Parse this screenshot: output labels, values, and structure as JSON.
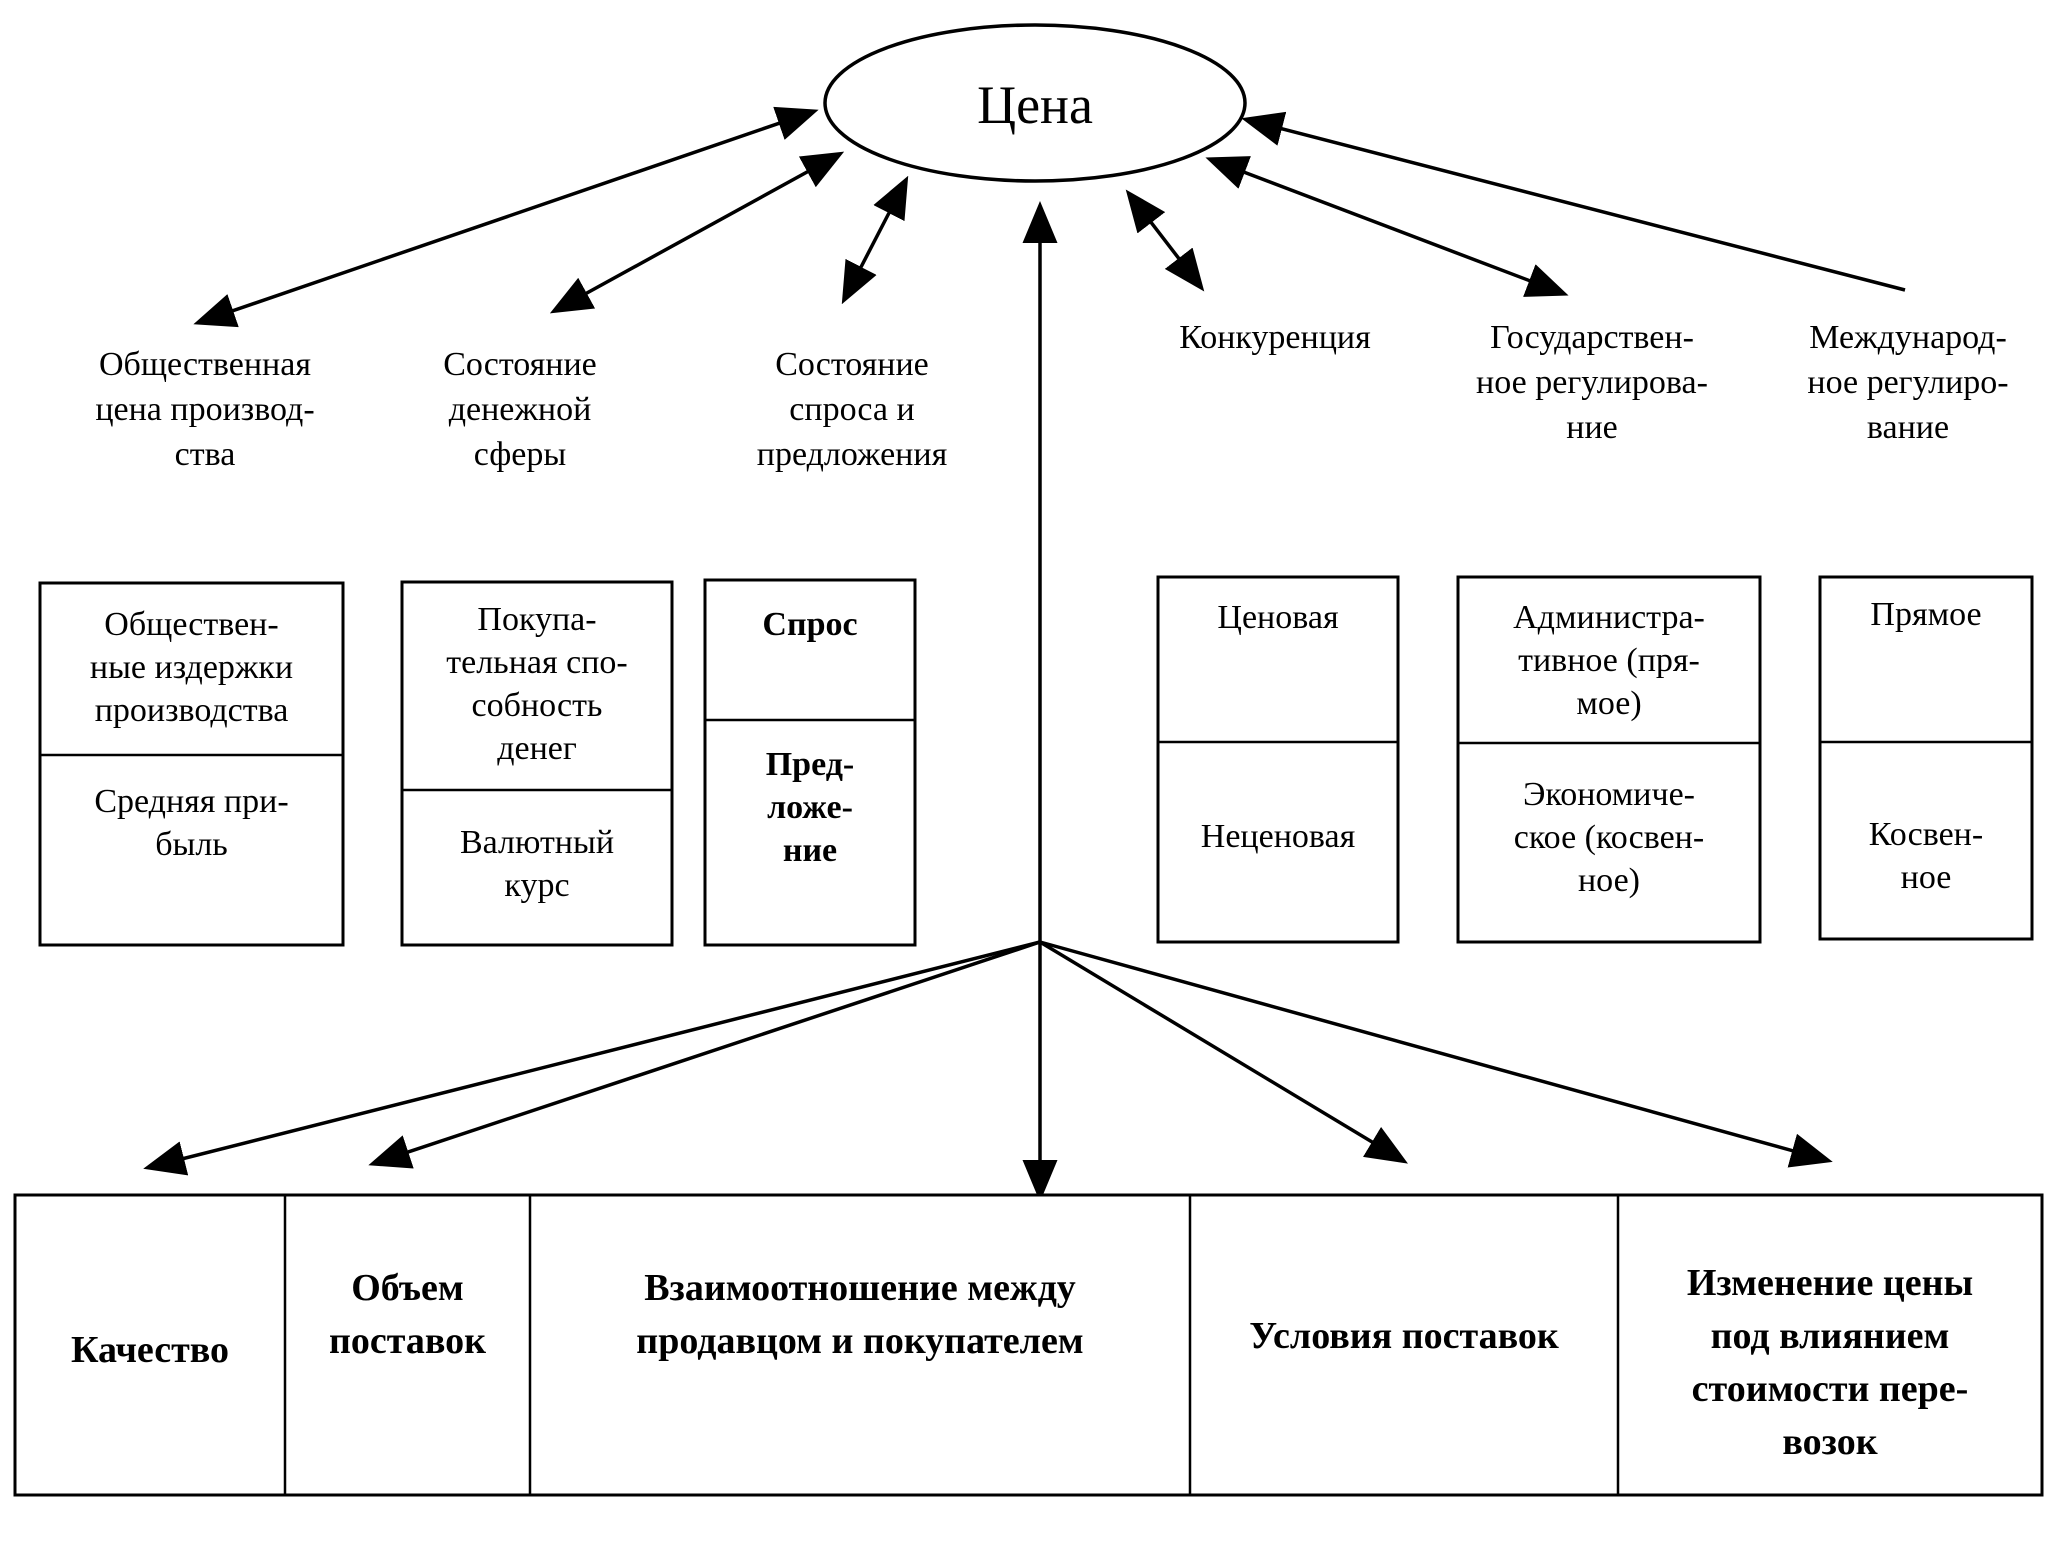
{
  "center": {
    "label": "Цена"
  },
  "factors": [
    {
      "id": "social-cost",
      "lines": [
        "Общественная",
        "цена производ-",
        "ства"
      ]
    },
    {
      "id": "monetary",
      "lines": [
        "Состояние",
        "денежной",
        "сферы"
      ]
    },
    {
      "id": "supply-demand",
      "lines": [
        "Состояние",
        "спроса и",
        "предложения"
      ]
    },
    {
      "id": "competition",
      "lines": [
        "Конкуренция"
      ]
    },
    {
      "id": "state-regulation",
      "lines": [
        "Государствен-",
        "ное регулирова-",
        "ние"
      ]
    },
    {
      "id": "intl-regulation",
      "lines": [
        "Международ-",
        "ное регулиро-",
        "вание"
      ]
    }
  ],
  "sub_boxes": [
    {
      "id": "social-cost",
      "top": [
        "Обществен-",
        "ные издержки",
        "производства"
      ],
      "bottom": [
        "Средняя при-",
        "быль"
      ]
    },
    {
      "id": "monetary",
      "top": [
        "Покупа-",
        "тельная спо-",
        "собность",
        "денег"
      ],
      "bottom": [
        "Валютный",
        "курс"
      ]
    },
    {
      "id": "supply-demand",
      "top": [
        "Спрос"
      ],
      "bottom": [
        "Пред-",
        "ложе-",
        "ние"
      ]
    },
    {
      "id": "competition",
      "top": [
        "Ценовая"
      ],
      "bottom": [
        "Неценовая"
      ]
    },
    {
      "id": "state-regulation",
      "top": [
        "Администра-",
        "тивное (пря-",
        "мое)"
      ],
      "bottom": [
        "Экономиче-",
        "ское (косвен-",
        "ное)"
      ]
    },
    {
      "id": "intl-regulation",
      "top": [
        "Прямое"
      ],
      "bottom": [
        "Косвен-",
        "ное"
      ]
    }
  ],
  "bottom_factors": [
    {
      "id": "quality",
      "lines": [
        "Качество"
      ]
    },
    {
      "id": "volume",
      "lines": [
        "Объем",
        "поставок"
      ]
    },
    {
      "id": "relationship",
      "lines": [
        "Взаимоотношение между",
        "продавцом и покупателем"
      ]
    },
    {
      "id": "conditions",
      "lines": [
        "Условия поставок"
      ]
    },
    {
      "id": "transport",
      "lines": [
        "Изменение цены",
        "под влиянием",
        "стоимости пере-",
        "возок"
      ]
    }
  ]
}
